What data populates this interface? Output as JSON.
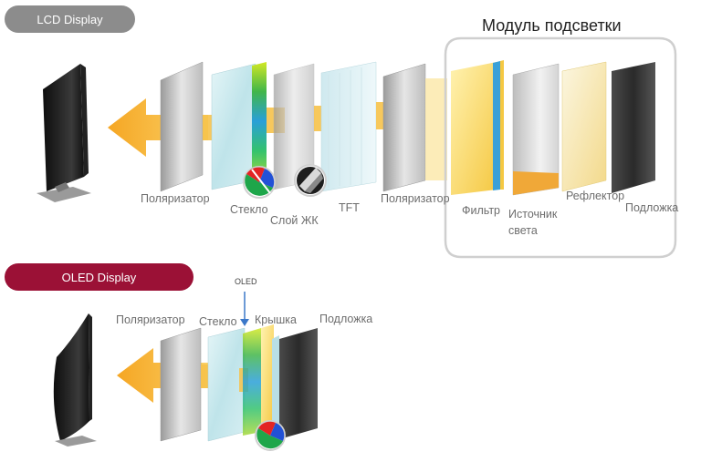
{
  "lcd": {
    "title": "LCD Display",
    "backlight_title": "Модуль подсветки",
    "labels": {
      "polarizer_front": "Поляризатор",
      "glass": "Стекло",
      "lc_layer": "Слой ЖК",
      "tft": "TFT",
      "polarizer_back": "Поляризатор",
      "filter": "Фильтр",
      "light_source": "Источник\nсвета",
      "reflector": "Рефлектор",
      "substrate": "Подложка"
    }
  },
  "oled": {
    "title": "OLED Display",
    "oled_marker": "OLED",
    "labels": {
      "polarizer": "Поляризатор",
      "glass": "Стекло",
      "cover": "Крышка",
      "substrate": "Подложка"
    }
  },
  "colors": {
    "lcd_pill": "#8c8c8c",
    "oled_pill": "#9b1136",
    "arrow": "#f5b82e",
    "label": "#6d6d6d"
  }
}
